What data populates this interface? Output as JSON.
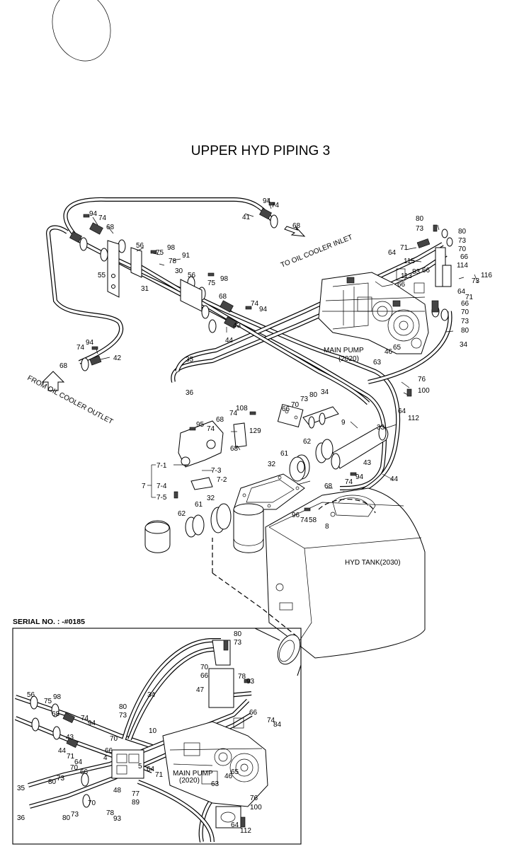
{
  "title": "UPPER HYD PIPING 3",
  "flow_labels": {
    "to_cooler": "TO OIL COOLER INLET",
    "from_cooler": "FROM OIL COOLER OUTLET"
  },
  "component_labels": {
    "main_pump": "MAIN PUMP",
    "main_pump_code": "(2020)",
    "hyd_tank": "HYD TANK(2030)",
    "inset_pump": "MAIN PUMP",
    "inset_pump_code": "(2020)"
  },
  "serial_label": "SERIAL NO. : -#0185",
  "part_numbers": {
    "p94a": "94",
    "p74a": "74",
    "p41": "41",
    "p68a": "68",
    "p94b": "94",
    "p74b": "74",
    "p68b": "68",
    "p56a": "56",
    "p75a": "75",
    "p98a": "98",
    "p91": "91",
    "p78": "78",
    "p55": "55",
    "p30": "30",
    "p56b": "56",
    "p75b": "75",
    "p98b": "98",
    "p31": "31",
    "p68c": "68",
    "p74c": "74",
    "p94c": "94",
    "p43a": "43",
    "p44a": "44",
    "p94d": "94",
    "p74d": "74",
    "p42": "42",
    "p68d": "68",
    "p80a": "80",
    "p73a": "73",
    "p80b": "80",
    "p73b": "73",
    "p70a": "70",
    "p66a": "66",
    "p71a": "71",
    "p64a": "64",
    "p115": "115",
    "p114": "114",
    "p113": "113",
    "p83": "83",
    "p66b": "66",
    "p66c": "66",
    "p116": "116",
    "p73c": "73",
    "p64b": "64",
    "p71b": "71",
    "p66d": "66",
    "p70b": "70",
    "p73d": "73",
    "p80c": "80",
    "p34a": "34",
    "p46a": "46",
    "p65a": "65",
    "p35a": "35",
    "p36a": "36",
    "p63a": "63",
    "p76a": "76",
    "p100a": "100",
    "p64c": "64",
    "p112a": "112",
    "p33": "33",
    "p95": "95",
    "p74e": "74",
    "p68e": "68",
    "p108": "108",
    "p74f": "74",
    "p129": "129",
    "p66e": "66",
    "p70c": "70",
    "p73e": "73",
    "p80d": "80",
    "p34b": "34",
    "p9": "9",
    "p68f": "68",
    "p62a": "62",
    "p61a": "61",
    "p32a": "32",
    "p43b": "43",
    "p44b": "44",
    "p94e": "94",
    "p74g": "74",
    "p68g": "68",
    "p7": "7",
    "p71c": "7-1",
    "p73f": "7-3",
    "p72": "7-2",
    "p74h": "7-4",
    "p75c": "7-5",
    "p32b": "32",
    "p61b": "61",
    "p62b": "62",
    "p96": "96",
    "p74i": "74",
    "p58": "58",
    "p8": "8",
    "i80a": "80",
    "i73a": "73",
    "i70a": "70",
    "i66a": "66",
    "i78": "78",
    "i93a": "93",
    "i47": "47",
    "i56": "56",
    "i75": "75",
    "i98": "98",
    "i34": "34",
    "i80b": "80",
    "i73b": "73",
    "i68": "68",
    "i74a": "74",
    "i94": "94",
    "i43": "43",
    "i10": "10",
    "i70b": "70",
    "i66b": "66",
    "i44": "44",
    "i71a": "71",
    "i64a": "64",
    "i4": "4",
    "i66c": "66",
    "i70c": "70",
    "i5": "5",
    "i64b": "64",
    "i71b": "71",
    "i80c": "80",
    "i73c": "73",
    "i66d": "66",
    "i74b": "74",
    "i84": "84",
    "i35": "35",
    "i70d": "70",
    "i48": "48",
    "i77": "77",
    "i89": "89",
    "i78b": "78",
    "i93b": "93",
    "i46": "46",
    "i65": "65",
    "i63": "63",
    "i76": "76",
    "i100": "100",
    "i64c": "64",
    "i112": "112",
    "i36": "36",
    "i80d": "80",
    "i73d": "73"
  }
}
